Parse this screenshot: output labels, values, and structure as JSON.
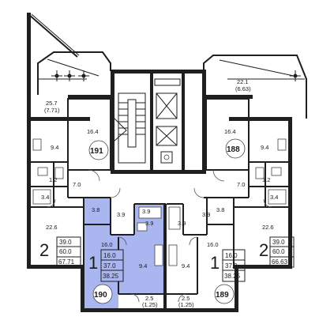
{
  "plan": {
    "accent_color": "#a9b6ef",
    "balcony_left": {
      "area": "25.7",
      "area_sub": "(7.71)"
    },
    "balcony_right": {
      "area": "22.1",
      "area_sub": "(6.63)"
    },
    "apt_191": {
      "number": "191",
      "room_area": "16.4",
      "kitchen": "9.4",
      "bath": "1.2",
      "wc": "3.4",
      "hall": "7.0",
      "living": "22.6"
    },
    "apt_188": {
      "number": "188",
      "room_area": "16.4",
      "kitchen": "9.4",
      "bath": "1.2",
      "wc": "3.4",
      "hall": "7.0",
      "living": "22.6"
    },
    "apt_190": {
      "number": "190",
      "hall": "3.8",
      "bath": "3.9",
      "room": "16.0",
      "kitchen": "9.4",
      "loggia": "2.5",
      "loggia_sub": "(1.25)"
    },
    "apt_189": {
      "number": "189",
      "hall": "3.8",
      "bath": "3.9",
      "room": "16.0",
      "kitchen": "9.4",
      "loggia": "2.5",
      "loggia_sub": "(1.25)"
    },
    "center_left": {
      "a": "3.9",
      "b": "3.9"
    },
    "center_right": {
      "a": "3.9",
      "b": "3.9"
    },
    "summary_left_2": {
      "rooms": "2",
      "living": "39.0",
      "total": "60.0",
      "full": "67.71"
    },
    "summary_left_1": {
      "rooms": "1",
      "living": "16.0",
      "total": "37.0",
      "full": "38.25"
    },
    "summary_right_1": {
      "rooms": "1",
      "living": "16.0",
      "total": "37.0",
      "full": "38.25"
    },
    "summary_right_2": {
      "rooms": "2",
      "living": "39.0",
      "total": "60.0",
      "full": "66.63"
    }
  }
}
